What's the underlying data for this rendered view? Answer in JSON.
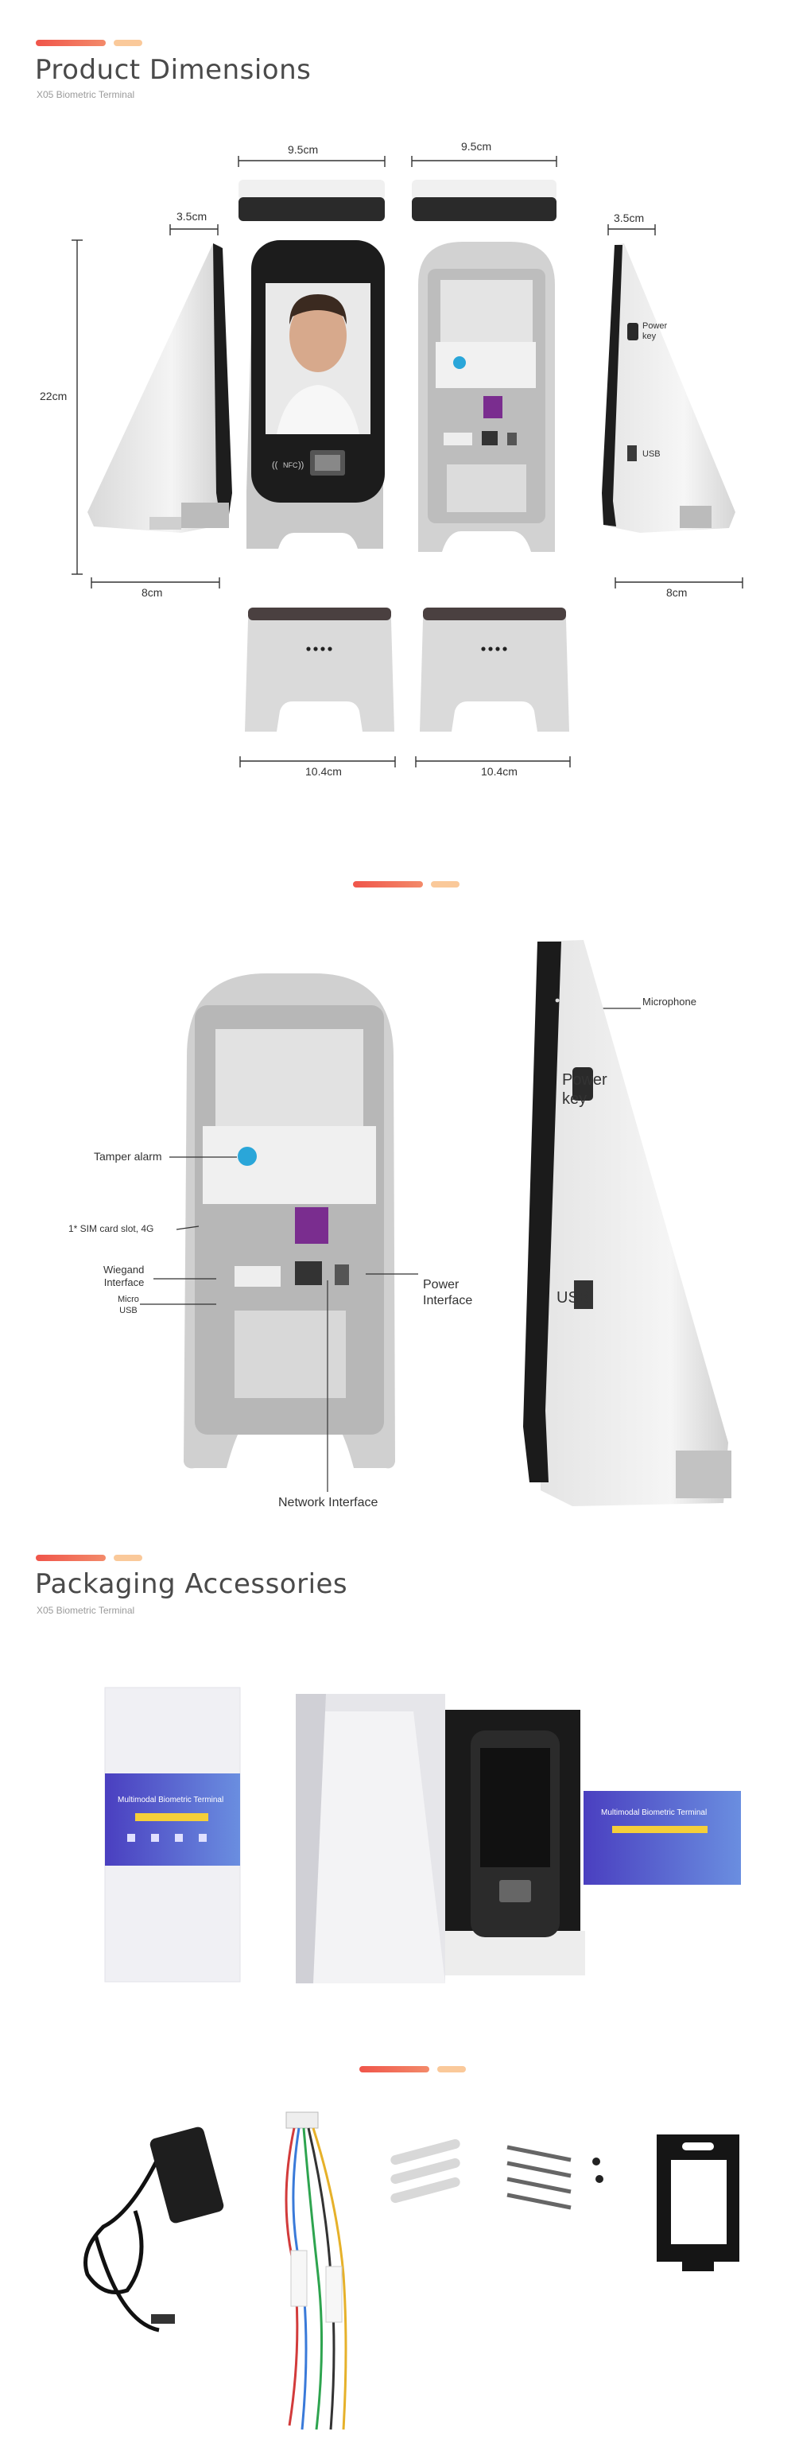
{
  "section1": {
    "title": "Product Dimensions",
    "subtitle": "X05 Biometric Terminal",
    "dims": {
      "top_width_left": "9.5cm",
      "top_width_right": "9.5cm",
      "depth_left": "3.5cm",
      "depth_right": "3.5cm",
      "height": "22cm",
      "bottom_left": "8cm",
      "bottom_right": "8cm",
      "base_left": "10.4cm",
      "base_right": "10.4cm"
    },
    "side_labels": {
      "power_key": "Power\nkey",
      "usb": "USB"
    },
    "nfc_label": "NFC"
  },
  "section2": {
    "callouts": {
      "tamper": "Tamper alarm",
      "sim": "1* SIM card slot, 4G",
      "wiegand": "Wiegand\nInterface",
      "micro_usb": "Micro\nUSB",
      "power": "Power\nInterface",
      "network": "Network  Interface",
      "microphone": "Microphone",
      "power_key": "Power\nkey",
      "usb": "USB"
    }
  },
  "section3": {
    "title": "Packaging Accessories",
    "subtitle": "X05 Biometric Terminal",
    "box_label": "Multimodal Biometric Terminal"
  },
  "colors": {
    "accent_red": "#f0554a",
    "accent_orange": "#fac99a",
    "box_purple": "#5a4fc9",
    "device_black": "#1c1c1c"
  }
}
